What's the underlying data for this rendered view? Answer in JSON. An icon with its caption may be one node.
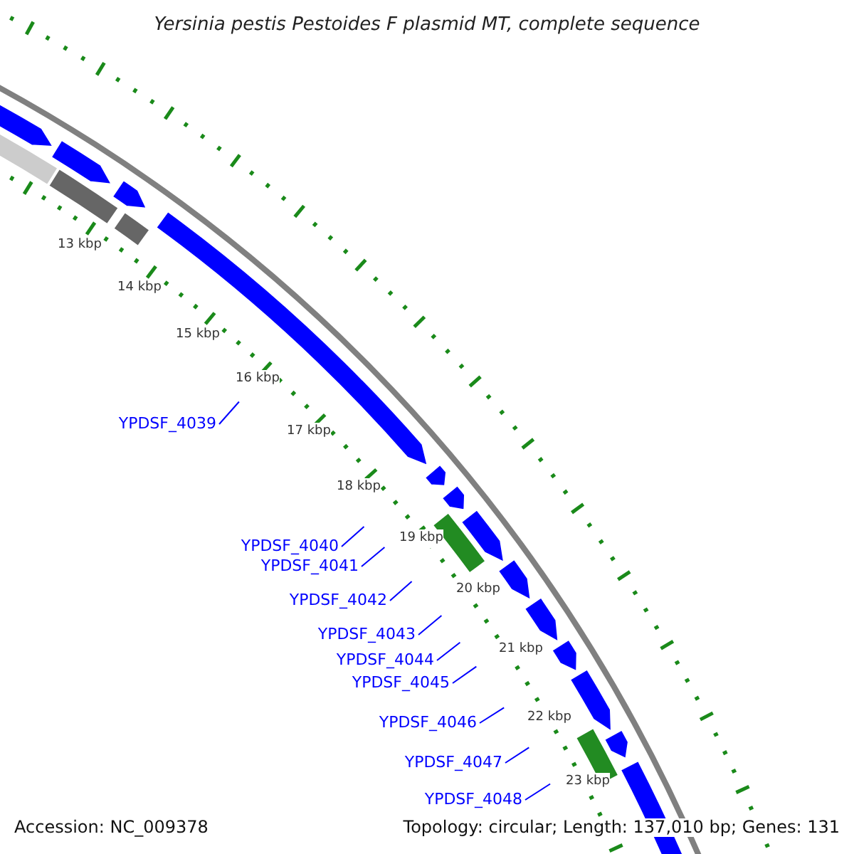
{
  "diagram": {
    "title": "Yersinia pestis Pestoides F plasmid MT, complete sequence",
    "nodes": [
      {
        "text": [
          "YPDSF_4039"
        ]
      },
      {
        "text": [
          "YPDSF_4040"
        ]
      },
      {
        "text": [
          "YPDSF_4041"
        ]
      },
      {
        "text": [
          "YPDSF_4042"
        ]
      },
      {
        "text": [
          "YPDSF_4043"
        ]
      },
      {
        "text": [
          "YPDSF_4044"
        ]
      },
      {
        "text": [
          "YPDSF_4045"
        ]
      },
      {
        "text": [
          "YPDSF_4046"
        ]
      },
      {
        "text": [
          "YPDSF_4047"
        ]
      },
      {
        "text": [
          "YPDSF_4048"
        ]
      }
    ],
    "edges": [
      {
        "from": 0,
        "to": null,
        "arrow": "none"
      },
      {
        "from": 1,
        "to": null,
        "arrow": "none"
      },
      {
        "from": 2,
        "to": null,
        "arrow": "none"
      },
      {
        "from": 3,
        "to": null,
        "arrow": "none"
      },
      {
        "from": 4,
        "to": null,
        "arrow": "none"
      },
      {
        "from": 5,
        "to": null,
        "arrow": "none"
      },
      {
        "from": 6,
        "to": null,
        "arrow": "none"
      },
      {
        "from": 7,
        "to": null,
        "arrow": "none"
      },
      {
        "from": 8,
        "to": null,
        "arrow": "none"
      },
      {
        "from": 9,
        "to": null,
        "arrow": "none"
      }
    ],
    "labels": [
      "13 kbp",
      "14 kbp",
      "15 kbp",
      "16 kbp",
      "17 kbp",
      "18 kbp",
      "19 kbp",
      "20 kbp",
      "21 kbp",
      "22 kbp",
      "23 kbp",
      "Accession: NC_009378",
      "Topology: circular; Length: 137,010 bp; Genes: 131"
    ]
  }
}
